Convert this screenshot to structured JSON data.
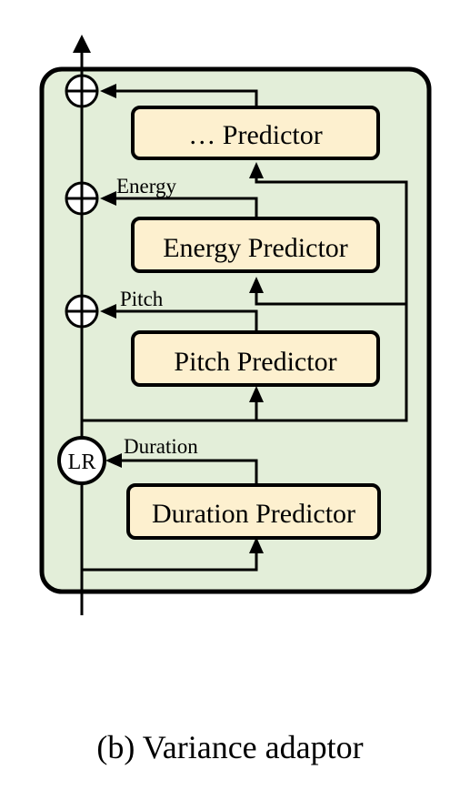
{
  "colors": {
    "panel_fill": "#e3eed9",
    "box_fill": "#fdf0cf",
    "stroke": "#000000"
  },
  "boxes": {
    "other": "… Predictor",
    "energy": "Energy Predictor",
    "pitch": "Pitch Predictor",
    "duration": "Duration Predictor"
  },
  "edge_labels": {
    "energy": "Energy",
    "pitch": "Pitch",
    "duration": "Duration"
  },
  "length_regulator": "LR",
  "caption": "(b) Variance adaptor"
}
